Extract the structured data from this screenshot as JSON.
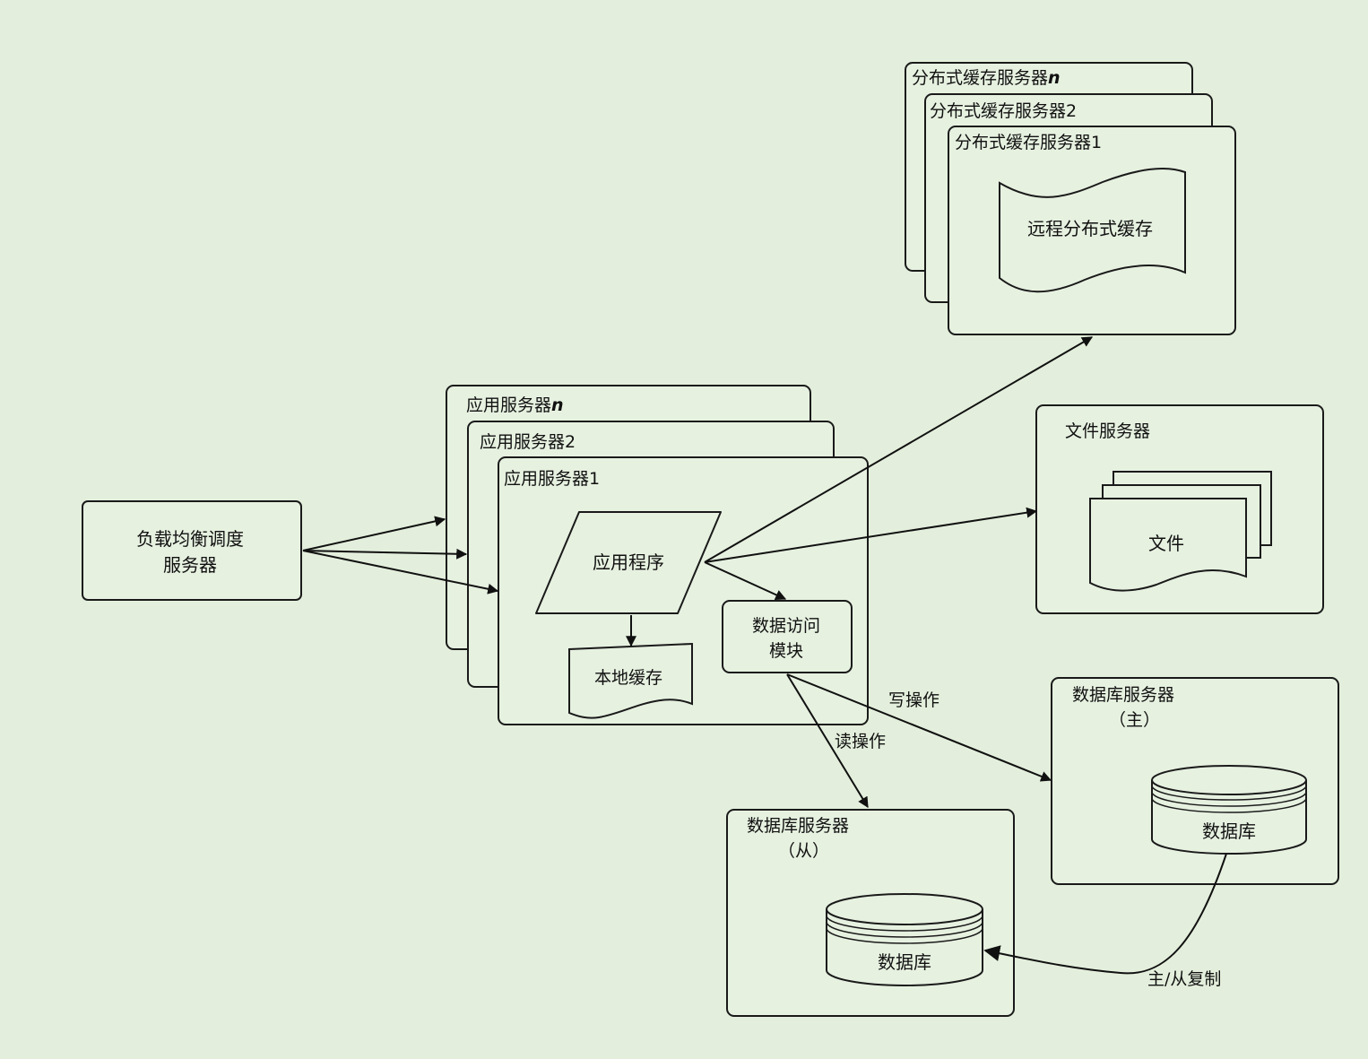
{
  "load_balancer": {
    "line1": "负载均衡调度",
    "line2": "服务器"
  },
  "app_servers": {
    "n": {
      "title_prefix": "应用服务器",
      "title_suffix": "n"
    },
    "two": {
      "title": "应用服务器2"
    },
    "one": {
      "title": "应用服务器1"
    }
  },
  "app_program": {
    "label": "应用程序"
  },
  "local_cache": {
    "label": "本地缓存"
  },
  "data_access": {
    "line1": "数据访问",
    "line2": "模块"
  },
  "cache_servers": {
    "n": {
      "title_prefix": "分布式缓存服务器",
      "title_suffix": "n"
    },
    "two": {
      "title": "分布式缓存服务器2"
    },
    "one": {
      "title": "分布式缓存服务器1"
    },
    "remote_cache": {
      "label": "远程分布式缓存"
    }
  },
  "file_server": {
    "title": "文件服务器",
    "doc_label": "文件"
  },
  "db_master": {
    "line1": "数据库服务器",
    "line2": "（主）",
    "db_label": "数据库"
  },
  "db_slave": {
    "line1": "数据库服务器",
    "line2": "（从）",
    "db_label": "数据库"
  },
  "labels": {
    "write": "写操作",
    "read": "读操作",
    "replication": "主/从复制"
  },
  "colors": {
    "background": "#e3efdc",
    "box_fill": "#e6f1e0",
    "stroke": "#1a1a1a"
  }
}
